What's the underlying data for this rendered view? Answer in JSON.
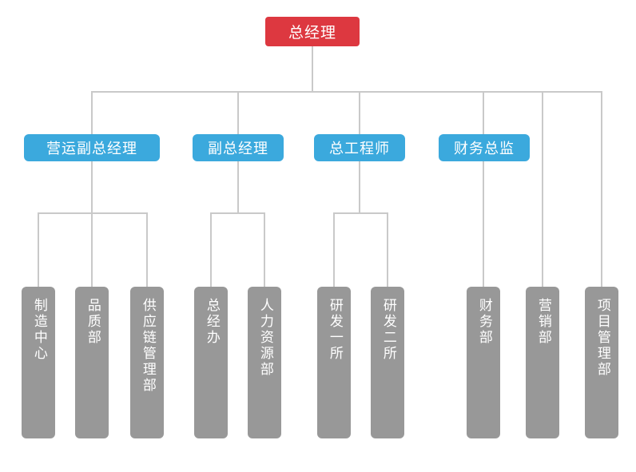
{
  "chart_data": {
    "type": "diagram",
    "subtype": "organization-chart",
    "title": "",
    "colors": {
      "root": "#dd3840",
      "executive": "#3ba9dd",
      "department": "#989898",
      "connector": "#c9c9c9",
      "background": "#ffffff",
      "label": "#ffffff"
    },
    "levels": 3,
    "orientation": "top-down",
    "node_count": 15,
    "nodes": [
      {
        "id": "root",
        "label": "总经理",
        "level": 1,
        "parent": null,
        "color": "#dd3840",
        "text_direction": "horizontal"
      },
      {
        "id": "e1",
        "label": "营运副总经理",
        "level": 2,
        "parent": "root",
        "color": "#3ba9dd",
        "text_direction": "horizontal"
      },
      {
        "id": "e2",
        "label": "副总经理",
        "level": 2,
        "parent": "root",
        "color": "#3ba9dd",
        "text_direction": "horizontal"
      },
      {
        "id": "e3",
        "label": "总工程师",
        "level": 2,
        "parent": "root",
        "color": "#3ba9dd",
        "text_direction": "horizontal"
      },
      {
        "id": "e4",
        "label": "财务总监",
        "level": 2,
        "parent": "root",
        "color": "#3ba9dd",
        "text_direction": "horizontal"
      },
      {
        "id": "d1",
        "label": "制造中心",
        "level": 3,
        "parent": "e1",
        "color": "#989898",
        "text_direction": "vertical"
      },
      {
        "id": "d2",
        "label": "品质部",
        "level": 3,
        "parent": "e1",
        "color": "#989898",
        "text_direction": "vertical"
      },
      {
        "id": "d3",
        "label": "供应链管理部",
        "level": 3,
        "parent": "e1",
        "color": "#989898",
        "text_direction": "vertical"
      },
      {
        "id": "d4",
        "label": "总经办",
        "level": 3,
        "parent": "e2",
        "color": "#989898",
        "text_direction": "vertical"
      },
      {
        "id": "d5",
        "label": "人力资源部",
        "level": 3,
        "parent": "e2",
        "color": "#989898",
        "text_direction": "vertical"
      },
      {
        "id": "d6",
        "label": "研发一所",
        "level": 3,
        "parent": "e3",
        "color": "#989898",
        "text_direction": "vertical"
      },
      {
        "id": "d7",
        "label": "研发二所",
        "level": 3,
        "parent": "e3",
        "color": "#989898",
        "text_direction": "vertical"
      },
      {
        "id": "d8",
        "label": "财务部",
        "level": 3,
        "parent": "e4",
        "color": "#989898",
        "text_direction": "vertical"
      },
      {
        "id": "d9",
        "label": "营销部",
        "level": 3,
        "parent": "root",
        "color": "#989898",
        "text_direction": "vertical"
      },
      {
        "id": "d10",
        "label": "项目管理部",
        "level": 3,
        "parent": "root",
        "color": "#989898",
        "text_direction": "vertical"
      }
    ]
  },
  "chart": {
    "root": {
      "label": "总经理"
    },
    "executives": [
      {
        "label": "营运副总经理"
      },
      {
        "label": "副总经理"
      },
      {
        "label": "总工程师"
      },
      {
        "label": "财务总监"
      }
    ],
    "departments": [
      {
        "label": "制造中心"
      },
      {
        "label": "品质部"
      },
      {
        "label": "供应链管理部"
      },
      {
        "label": "总经办"
      },
      {
        "label": "人力资源部"
      },
      {
        "label": "研发一所"
      },
      {
        "label": "研发二所"
      },
      {
        "label": "财务部"
      },
      {
        "label": "营销部"
      },
      {
        "label": "项目管理部"
      }
    ]
  }
}
